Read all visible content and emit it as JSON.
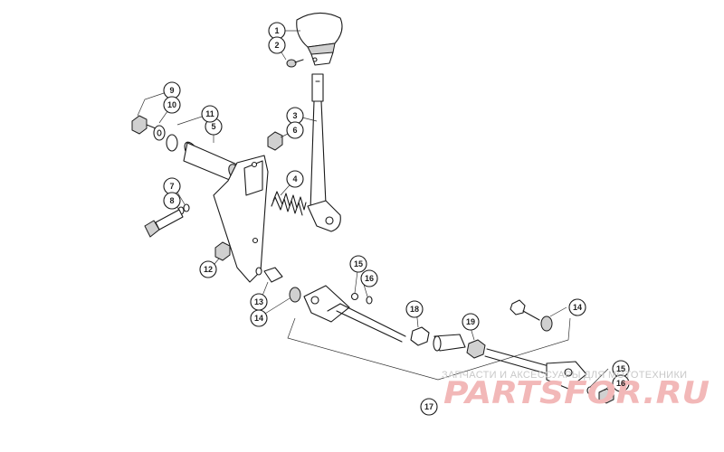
{
  "labels": [
    "1",
    "2",
    "3",
    "4",
    "5",
    "6",
    "7",
    "8",
    "9",
    "10",
    "11",
    "12",
    "13",
    "14",
    "14",
    "15",
    "15",
    "16",
    "16",
    "17",
    "18",
    "19"
  ],
  "watermark": {
    "subtitle": "ЗАПЧАСТИ И АКСЕССУАРЫ ДЛЯ МОТОТЕХНИКИ",
    "logo": "PARTSFOR.RU"
  }
}
